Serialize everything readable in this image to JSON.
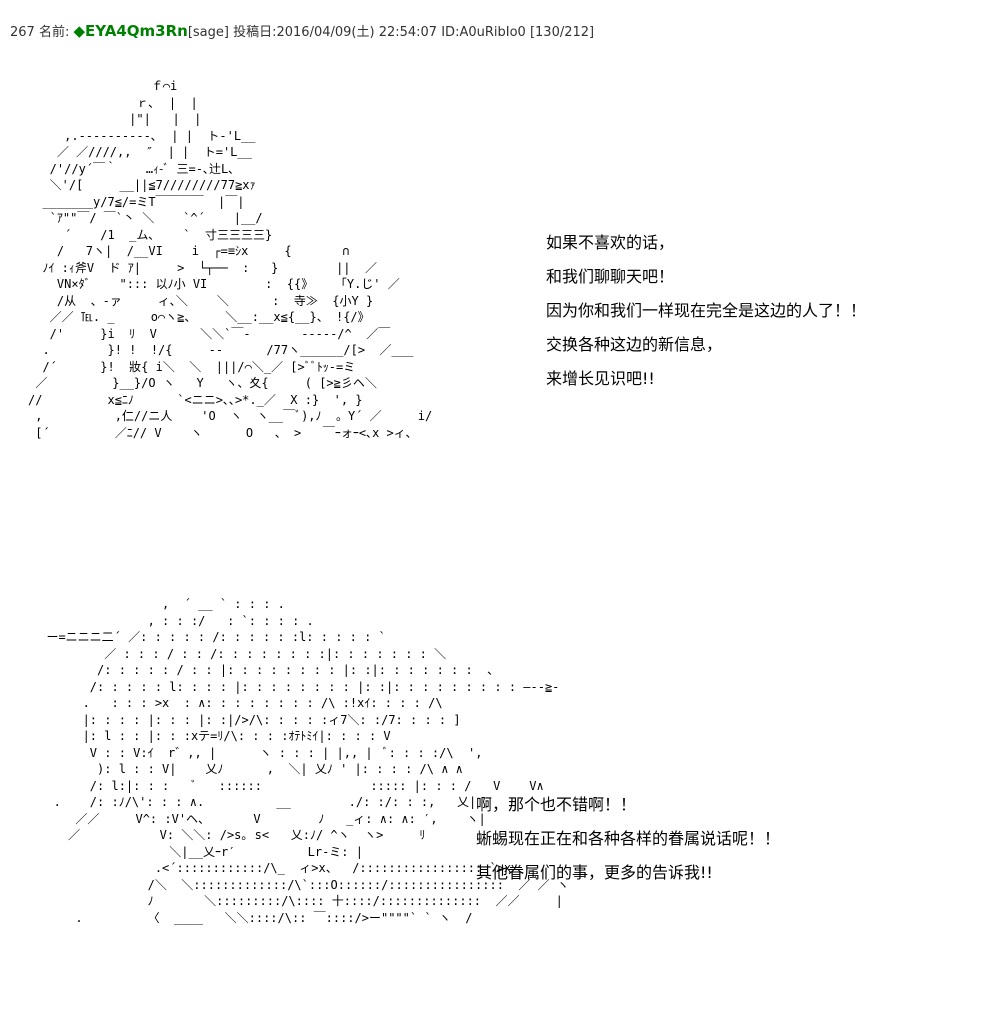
{
  "post": {
    "number": "267",
    "name_label": "名前:",
    "name": "◆EYA4Qm3Rn",
    "mail": "[sage]",
    "date_label": "投稿日:",
    "date": "2016/04/09(土) 22:54:07",
    "id": "ID:A0uRibIo0",
    "count": "[130/212]"
  },
  "art": {
    "figure_1": "                 ｆ⌒i\n               ｒ､  |  |\n              |\"|   |  |\n     ,.----------､  | |  ト-'L__\n    ／ ／////,,  ″  | |  ト='L__\n   /'//y´￣｀    …ｨ-ﾞ 三=-､辻L､\n   ＼'/[     __||≦7////////77≧xｧ\n  _______y/7≦/=ミT￣￣￣￣  |￣|\n   `ｱ\"\"￣/ ￣`丶 ＼    `^´    |__/\n     ´    /1  _ム､    `  寸三三三三}\n    /   7ヽ|  /__VI    i  ┌=≡ｼx     {       ∩\n  ﾉｲ :ｨ斧V  ド ｱ|     >  └┬──  :   }        ||  ／\n    VN×ﾀﾞ    \"::: 以ﾉ小 VI        :  {{》   「Y.じ' ／\n    /从  、-ァ     ィ､＼    ＼      :  寺≫  {小Y }\n   ／／ ℡. _     o⌒ヽ≧、    ＼__:__x≦{__}、 !{/》\n   /'     }i  ﾘ  V      ＼＼`￣-       -----/^  ／￣\n  .        }! !  !/{     --      /77ヽ______/[>  ／___\n  /´      }!  妝{ i＼  ＼  |||/⌒＼_／ [>ﾞﾞﾄｯ-=ミ\n ／         }__}/O ヽ   Y   ヽ、夊{     ( [>≧彡ヘ＼\n//         x≦ﾆﾉ      `<ニニ>､､>*._／  X :}  ', }\n ,          ,仁//ニ人    'O  ヽ  ヽ__￣ﾞ),ﾉ  。Y´ ／     i/\n [´         ／ﾆ// V    ヽ      O   、 >   ￣ｰォｰ<､x >ィ､",
    "figure_2": "                  ,  ´ __ ` : : : .\n                , : : :/   : `: : : : .\n  ー=ニニニ二´ ／: : : : : /: : : : : :l: : : : : `\n          ／ : : : / : : /: : : : : : : :|: : : : : : : ＼\n         /: : : : : / : : |: : : : : : : : |: :|: : : : : : :  、\n        /: : : : : l: : : : |: : : : : : : : |: :|: : : : : : : : : ―‐-≧-\n       .   : : : >x  : ∧: : : : : : : : /\\ :!xｲ: : : : /\\\n       |: : : : |: : : |: :|/>/\\: : : : :ィ7＼: :/7: : : : ]\n       |: l : : |: : :xテ=ﾘ/\\: : : :ｵﾃﾄﾐｲ|: : : : V\n        V : : V:ｲ  r゛,, |      ヽ : : : | |,, |  ﾞ: : : :/\\  ',\n         ): l : : V|    乂ﾉ      ,  ＼| 乂ﾉ ' |: : : : /\\ ∧ ∧\n        /: l:|: : :   ﾞ   ::::::               ::::: |: : : /   V    V∧\n   .    /: :ﾉ/\\': : : ∧.          __        ./: :/: : :,   乂|\n      ／／     V^: :V'ヘ、      V        ﾉ   _ィ: ∧: ∧: ′,    ヽ|\n     ／           V: ＼＼: />s｡ s<   乂:ﾉ/ ^ヽ  ヽ>     ﾘ\n                   ＼|__乂ｰr′          Lr-ミ: |\n                 .<´::::::::::::/\\_  ィ>x、  /::::::::::::::::: `>x\n                /＼  ＼:::::::::::::/\\`:::O::::::/::::::::::::::::  ／ ／ ヽ\n                ﾉ       ＼:::::::::/\\:::: 十::::/::::::::::::::  ／／     |\n      .         〈  ____   ＼＼::::/\\:: ￣::::/>ー\"\"\"\"` ` ヽ  /"
  },
  "dialogue_1": [
    "如果不喜欢的话，",
    "和我们聊聊天吧！",
    "因为你和我们一样现在完全是这边的人了！！",
    "交换各种这边的新信息，",
    "来增长见识吧!!"
  ],
  "dialogue_2": [
    "啊，那个也不错啊！！",
    "蜥蜴现在正在和各种各样的眷属说话呢！！",
    "其他眷属们的事，更多的告诉我!!"
  ]
}
